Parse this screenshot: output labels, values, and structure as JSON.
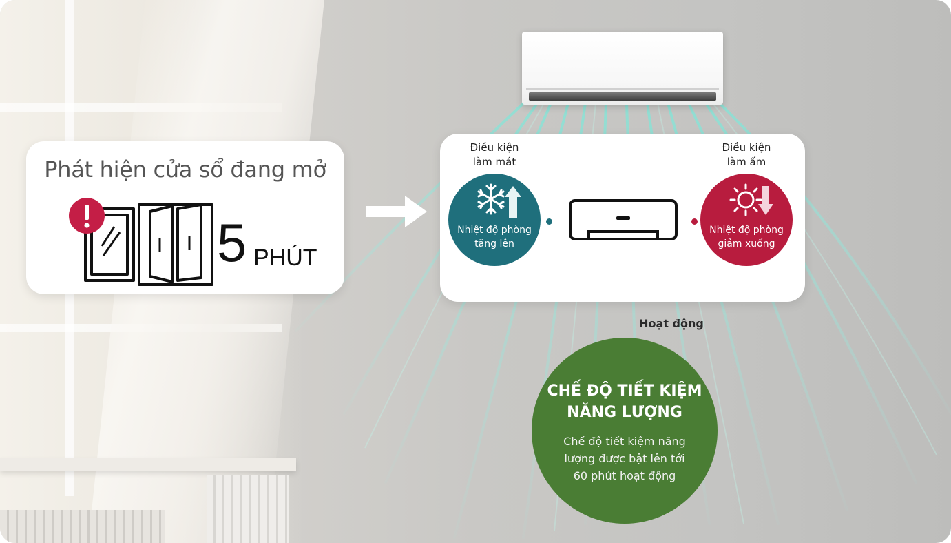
{
  "left_card": {
    "title": "Phát hiện cửa sổ đang mở",
    "alert_icon": "exclamation-icon",
    "window_icon": "open-window-icon",
    "duration_value": "5",
    "duration_unit": "PHÚT"
  },
  "arrow_icon": "right-arrow-icon",
  "right_card": {
    "cooling": {
      "label_line1": "Điều kiện",
      "label_line2": "làm mát",
      "icon": "snowflake-up-arrow-icon",
      "text_line1": "Nhiệt độ phòng",
      "text_line2": "tăng lên",
      "color": "#1f6f7c"
    },
    "heating": {
      "label_line1": "Điều kiện",
      "label_line2": "làm ấm",
      "icon": "sun-down-arrow-icon",
      "text_line1": "Nhiệt độ phòng",
      "text_line2": "giảm xuống",
      "color": "#b81c3e"
    },
    "ac_icon": "air-conditioner-icon"
  },
  "status_label": "Hoạt động",
  "eco_mode": {
    "title_line1": "CHẾ ĐỘ TIẾT KIỆM",
    "title_line2": "NĂNG LƯỢNG",
    "desc_line1": "Chế độ tiết kiệm năng",
    "desc_line2": "lượng được bật lên tới",
    "desc_line3": "60 phút hoạt động",
    "color": "#4a7d34"
  }
}
